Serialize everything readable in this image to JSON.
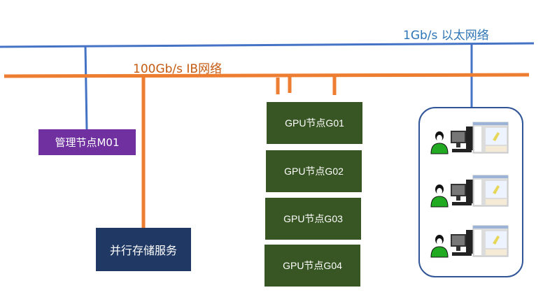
{
  "networks": {
    "ethernet_label": "1Gb/s 以太网络",
    "infiniband_label": "100Gb/s IB网络",
    "colors": {
      "ethernet": "#4472c4",
      "infiniband": "#ed7d31"
    }
  },
  "nodes": {
    "management": {
      "label": "管理节点M01",
      "color": "#7030a0"
    },
    "storage": {
      "label": "并行存储服务",
      "color": "#203864"
    },
    "gpu": [
      {
        "label": "GPU节点G01"
      },
      {
        "label": "GPU节点G02"
      },
      {
        "label": "GPU节点G03"
      },
      {
        "label": "GPU节点G04"
      }
    ],
    "gpu_color": "#375623"
  },
  "clients": {
    "icon": "user-workstation-icon",
    "count": 3
  }
}
